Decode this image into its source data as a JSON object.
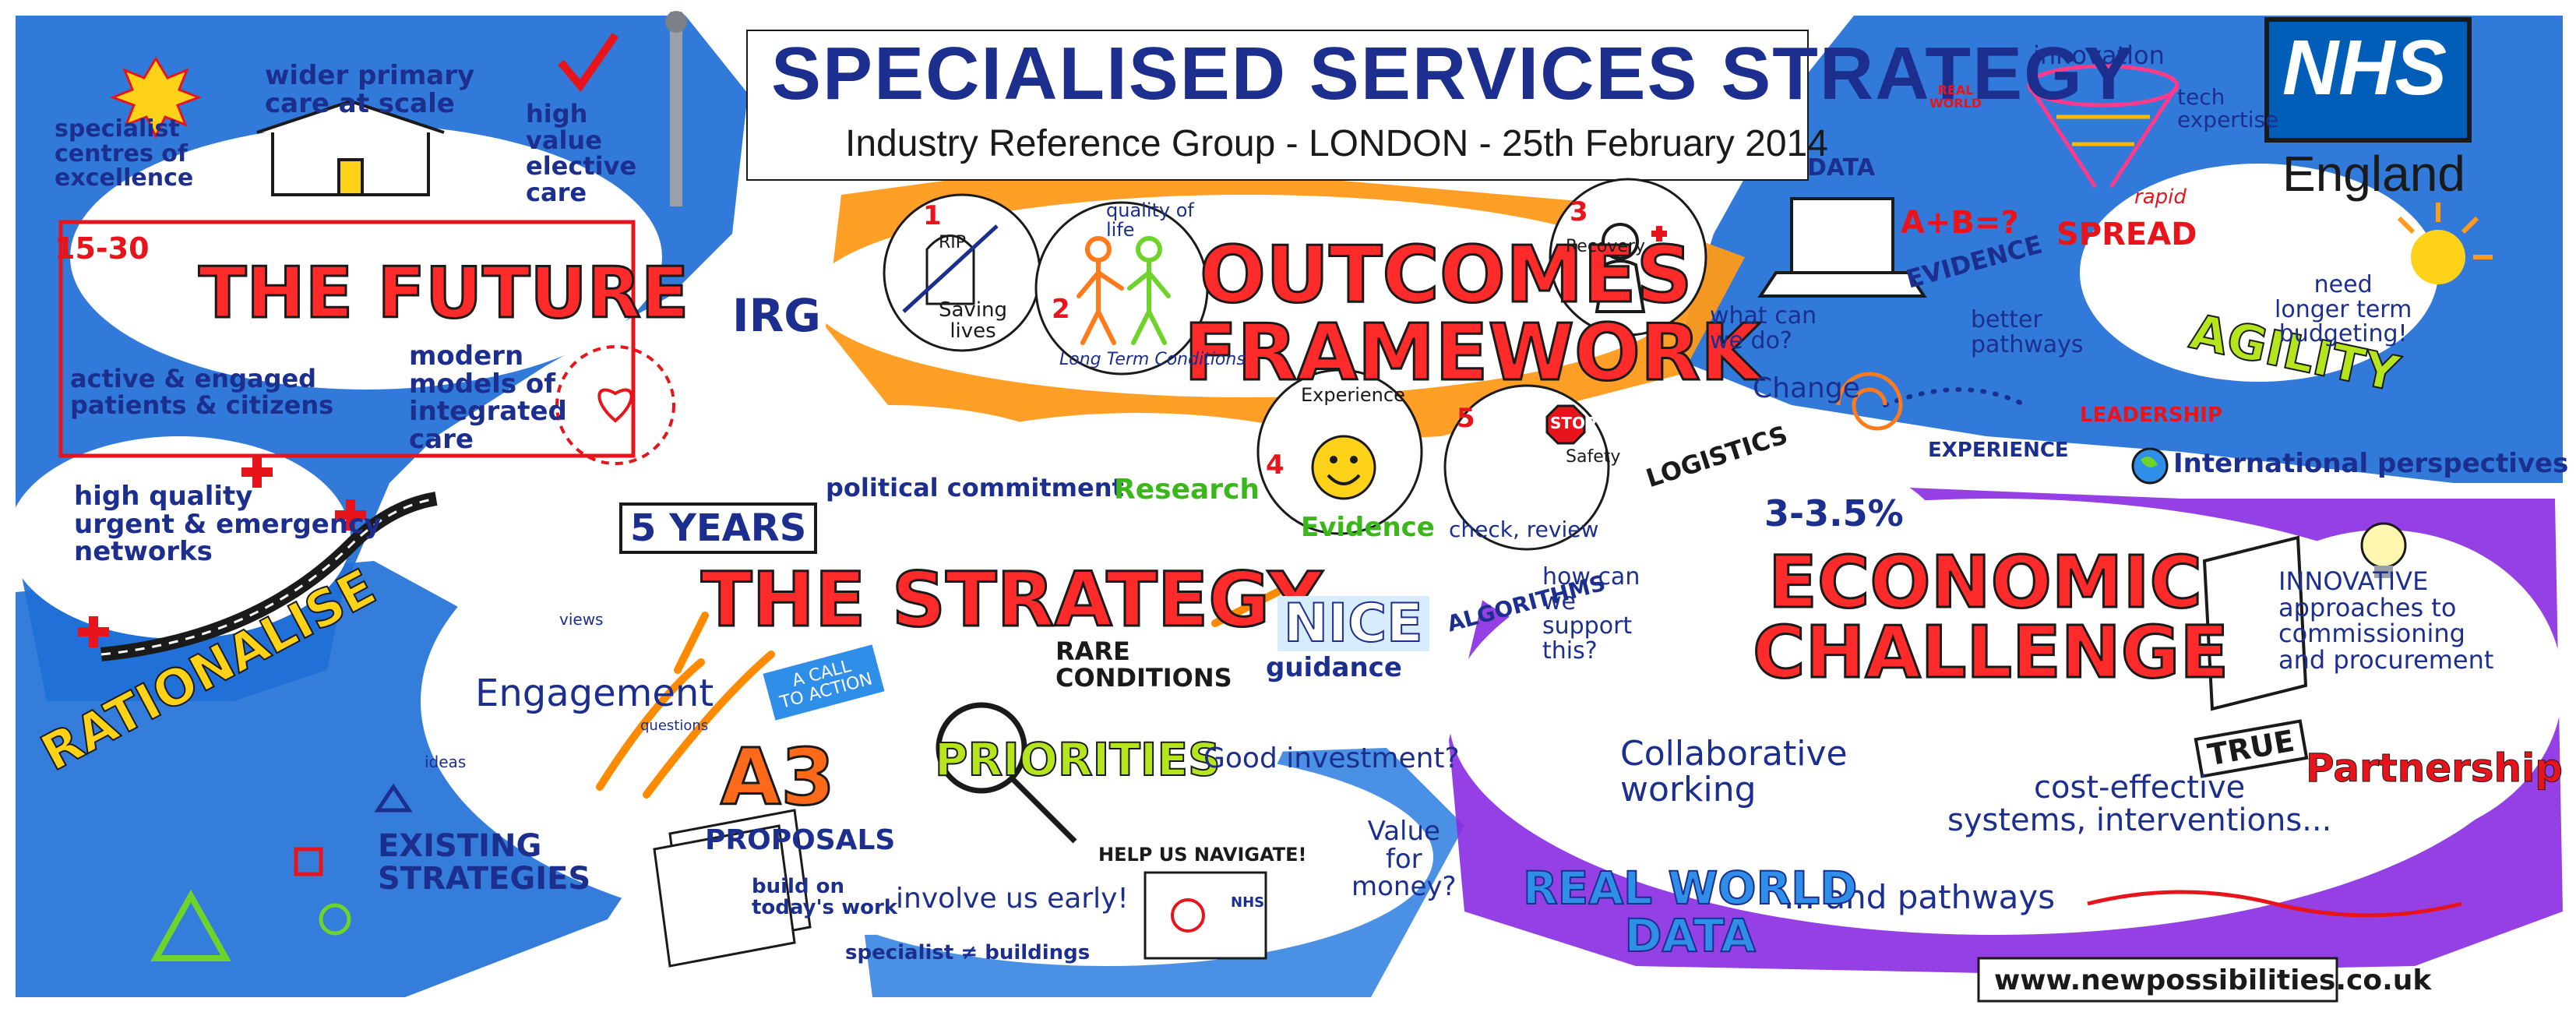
{
  "colors": {
    "blue_wash": "#1f6fd6",
    "orange_wash": "#ff9a1a",
    "purple_wash": "#8a2be2",
    "red_accent": "#e8141c",
    "navy_ink": "#1c2f8f",
    "nhs_blue": "#005eb8"
  },
  "header": {
    "title": "SPECIALISED SERVICES STRATEGY",
    "subtitle": "Industry Reference Group - LONDON - 25th February 2014",
    "icons": [
      "gear-icon",
      "signpost-icon"
    ]
  },
  "logo": {
    "nhs": "NHS",
    "england": "England"
  },
  "future": {
    "specialist": "specialist\ncentres of\nexcellence",
    "wider": "wider primary\ncare at scale",
    "elective": "high\nvalue\nelective\ncare",
    "range": "15-30",
    "title": "THE FUTURE",
    "patients": "active & engaged\npatients & citizens",
    "urgent": "high quality\nurgent & emergency\nnetworks",
    "models": "modern\nmodels of\nintegrated\ncare"
  },
  "irg": "IRG",
  "outcomes": {
    "title_line1": "OUTCOMES",
    "title_line2": "FRAMEWORK",
    "items": [
      {
        "num": "1",
        "label": "Saving\nlives",
        "icon": "gravestone-icon"
      },
      {
        "num": "2",
        "label": "quality of\nlife",
        "sub": "Long Term Conditions",
        "icon": "people-icon"
      },
      {
        "num": "3",
        "label": "Recovery",
        "icon": "patient-icon"
      },
      {
        "num": "4",
        "label": "Experience",
        "icon": "smiley-icon"
      },
      {
        "num": "5",
        "label": "Safety",
        "icon": "stop-sign-icon"
      }
    ],
    "rip": "RIP",
    "stop": "STOP"
  },
  "political": "political commitment",
  "research": "Research",
  "evidence_arrow": "Evidence",
  "years": "5 YEARS",
  "strategy_title": "THE STRATEGY",
  "rare": "RARE\nCONDITIONS",
  "nice": {
    "title": "NICE",
    "sub": "guidance"
  },
  "engagement": {
    "title": "Engagement",
    "views": "views",
    "ideas": "ideas",
    "questions": "questions"
  },
  "call_to_action": "A CALL\nTO ACTION",
  "rationalise": "RATIONALISE",
  "a3": "A3",
  "proposals": "PROPOSALS",
  "priorities": "PRIORITIES",
  "existing": "EXISTING\nSTRATEGIES",
  "good_investment": "Good investment?",
  "value_money": "Value\nfor\nmoney?",
  "help": "HELP US NAVIGATE!",
  "build": "build on\ntoday's work",
  "involve": "involve us early!",
  "specialist_buildings": "specialist ≠ buildings",
  "map_label": "NHS",
  "check_review": "check, review",
  "algorithms": "ALGORITHMS",
  "how_support": "how can\nwe\nsupport\nthis?",
  "what_can": "what can\nwe do?",
  "logistics": "LOGISTICS",
  "change": "Change",
  "data": "DATA",
  "real_world_badge": "REAL\nWORLD",
  "ab": "A+B=?",
  "evidence": "EVIDENCE",
  "innovation": "innovation",
  "tech": "tech\nexpertise",
  "rapid": "rapid",
  "spread": "SPREAD",
  "better_pathways": "better\npathways",
  "leadership": "LEADERSHIP",
  "experience_label": "EXPERIENCE",
  "agility": "AGILITY",
  "budgeting": "need\nlonger term\nbudgeting!",
  "international": "International perspectives",
  "percent": "3-3.5%",
  "economic_line1": "ECONOMIC",
  "economic_line2": "CHALLENGE",
  "innovative": "INNOVATIVE\napproaches to\ncommissioning\nand procurement",
  "true_label": "TRUE",
  "partnership": "Partnership",
  "collab": "Collaborative\nworking",
  "cost_effective": "cost-effective\nsystems, interventions...",
  "pathways": "... and pathways",
  "real_world_data": "REAL WORLD\nDATA",
  "website": "www.newpossibilities.co.uk"
}
